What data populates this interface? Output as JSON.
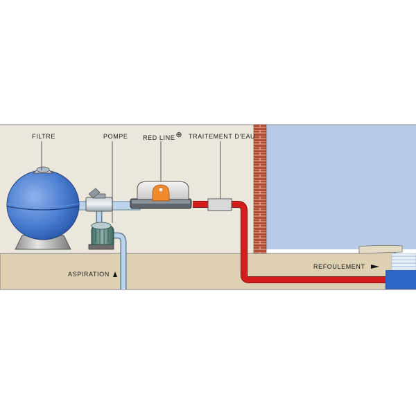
{
  "labels": {
    "filtre": "FILTRE",
    "pompe": "POMPE",
    "red_line": "RED LINE",
    "red_line_mark": "⊕",
    "traitement": "TRAITEMENT D'EAU",
    "aspiration": "ASPIRATION",
    "refoulement": "REFOULEMENT"
  },
  "icons": {
    "aspiration_arrow": "arrow-up-icon",
    "refoulement_arrow": "arrow-right-icon"
  },
  "colors": {
    "wall": "#ece7dc",
    "ground": "#ddd0b3",
    "pool_water": "#b7c9e4",
    "filter_body": "#3f73c8",
    "red_pipe": "#d41c1c",
    "blue_pipe": "#b8d2ec",
    "brick": "#b3492f",
    "heater_orange": "#f08a2c"
  }
}
